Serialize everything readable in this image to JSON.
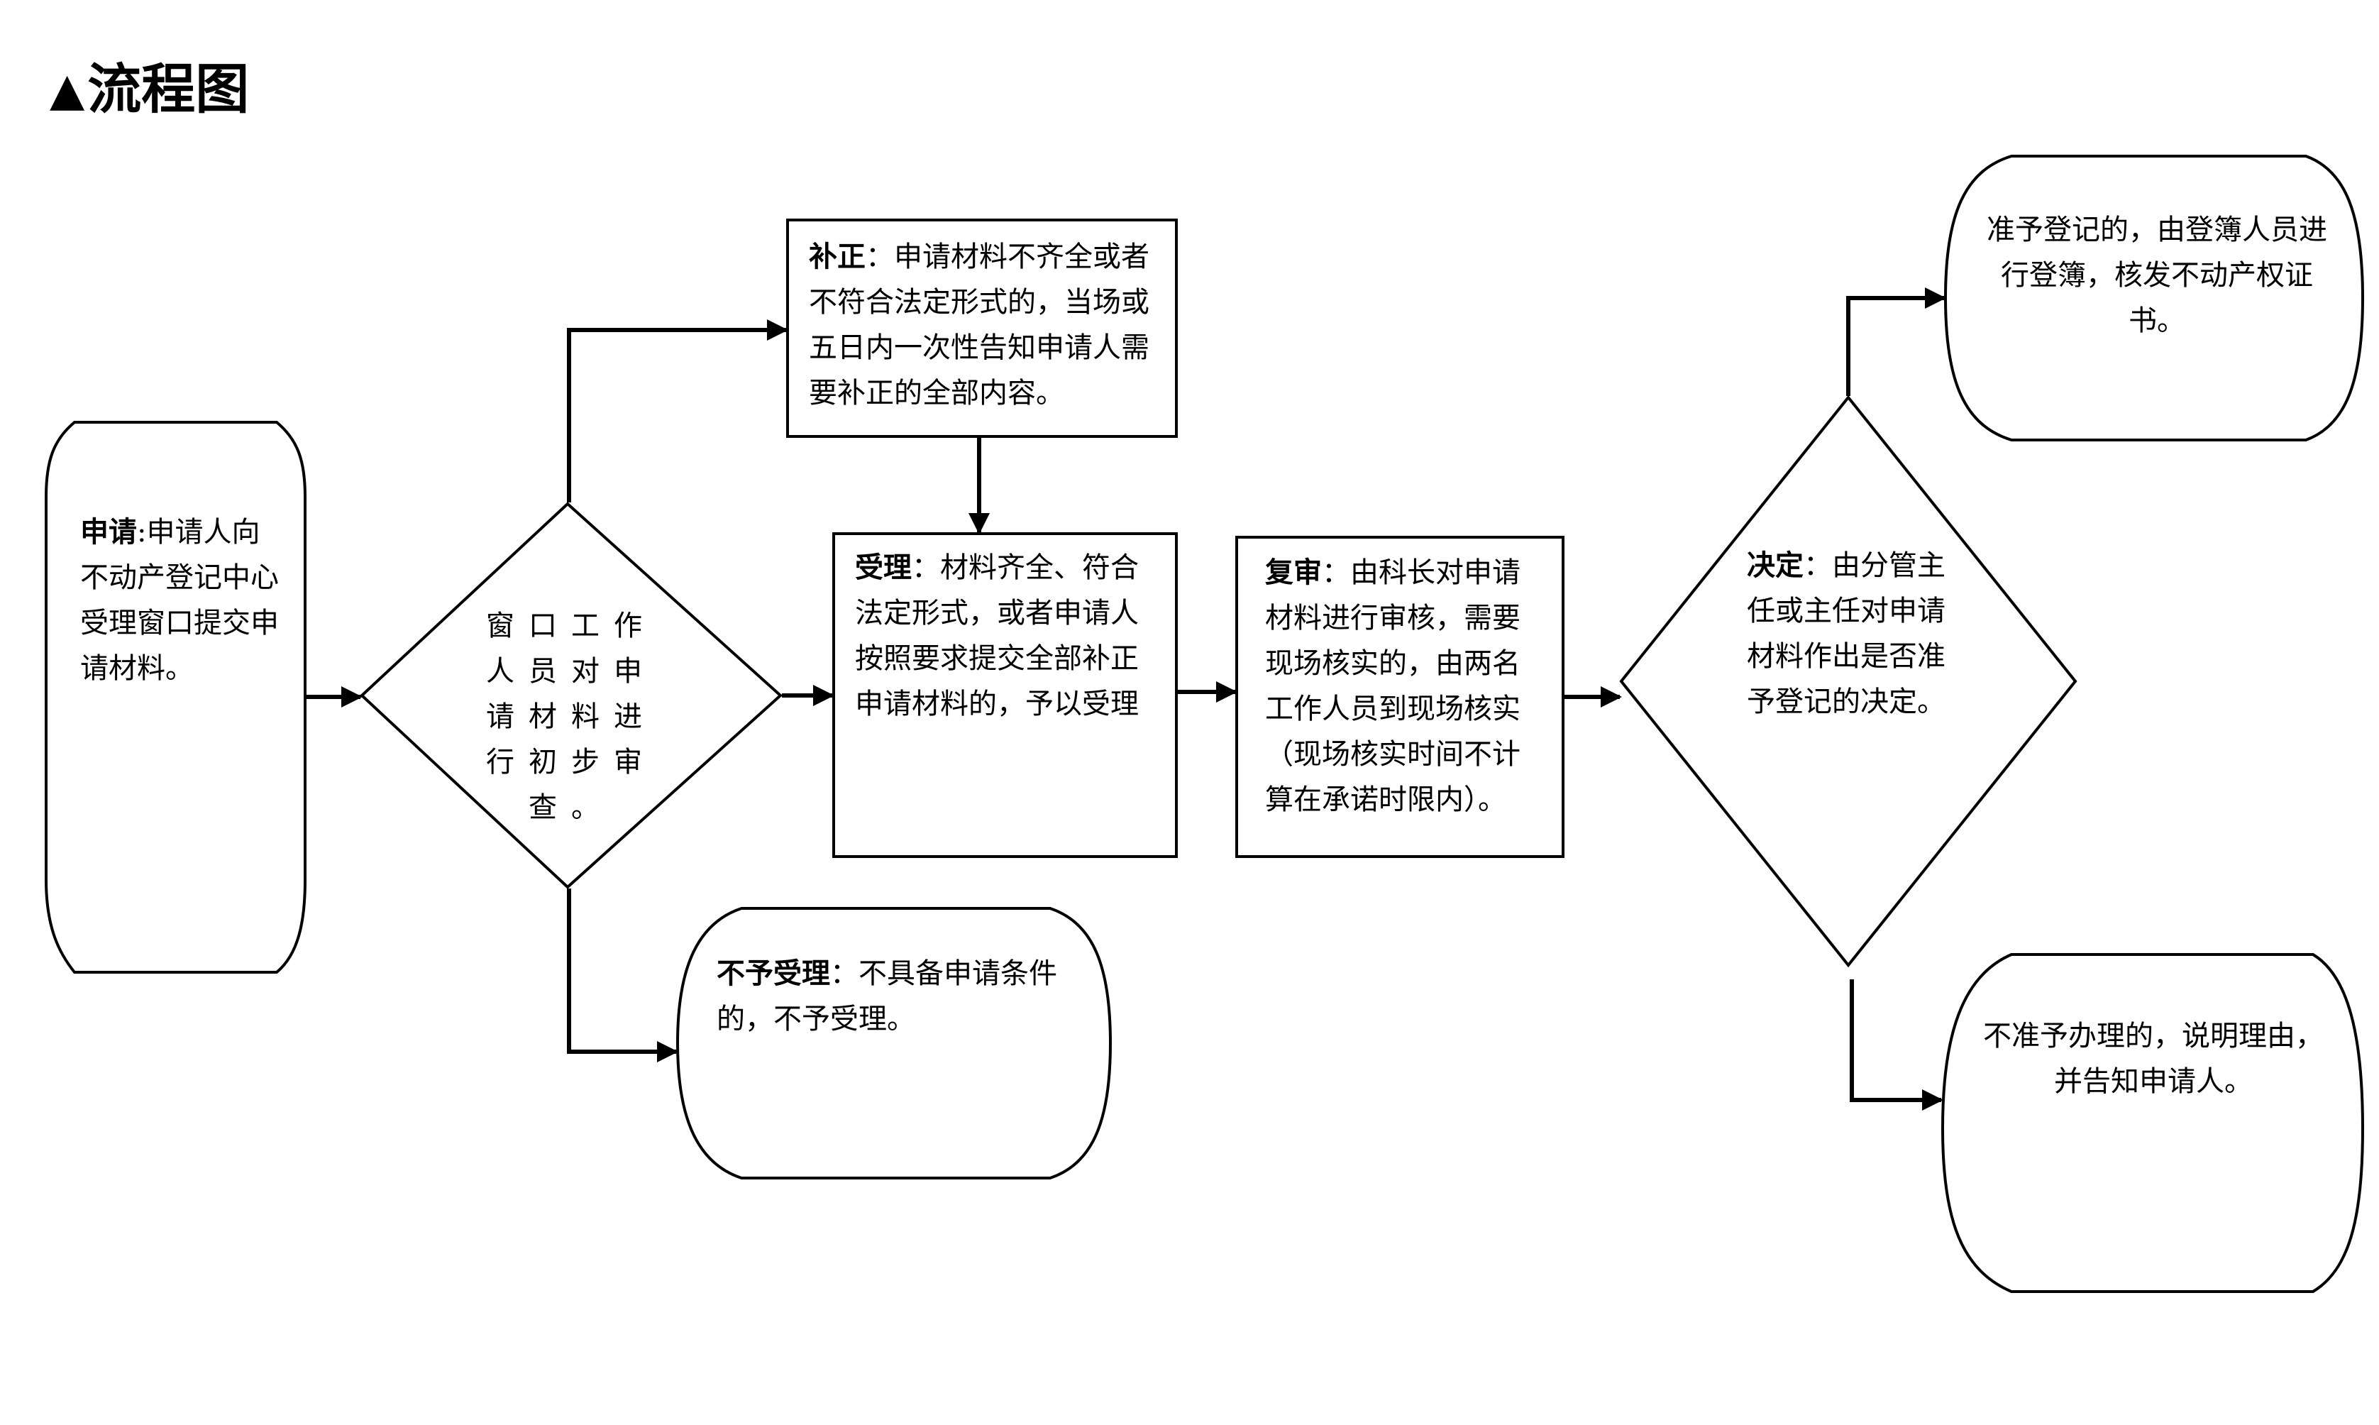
{
  "title": "流程图",
  "title_marker": "▲",
  "nodes": {
    "apply": {
      "label": "申请",
      "sep": ":",
      "text": "申请人向不动产登记中心受理窗口提交申请材料。"
    },
    "review": {
      "text": "窗口工作人员对申请材料进行初步审查。"
    },
    "correction": {
      "label": "补正",
      "sep": "：",
      "text": "申请材料不齐全或者不符合法定形式的，当场或五日内一次性告知申请人需要补正的全部内容。"
    },
    "accept": {
      "label": "受理",
      "sep": "：",
      "text": "材料齐全、符合法定形式，或者申请人按照要求提交全部补正申请材料的，予以受理"
    },
    "reject": {
      "label": "不予受理",
      "sep": "：",
      "text": "不具备申请条件的，不予受理。"
    },
    "recheck": {
      "label": "复审",
      "sep": "：",
      "text": "由科长对申请材料进行审核，需要现场核实的，由两名工作人员到现场核实（现场核实时间不计算在承诺时限内）。"
    },
    "decide": {
      "label": "决定",
      "sep": "：",
      "text": "由分管主任或主任对申请材料作出是否准予登记的决定。"
    },
    "approve": {
      "text": "准予登记的，由登簿人员进行登簿，核发不动产权证书。"
    },
    "deny": {
      "text": "不准予办理的，说明理由，并告知申请人。"
    }
  },
  "edges": [
    {
      "from": "apply",
      "to": "review"
    },
    {
      "from": "review",
      "to": "correction"
    },
    {
      "from": "correction",
      "to": "accept"
    },
    {
      "from": "review",
      "to": "accept"
    },
    {
      "from": "review",
      "to": "reject"
    },
    {
      "from": "accept",
      "to": "recheck"
    },
    {
      "from": "recheck",
      "to": "decide"
    },
    {
      "from": "decide",
      "to": "approve"
    },
    {
      "from": "decide",
      "to": "deny"
    }
  ]
}
